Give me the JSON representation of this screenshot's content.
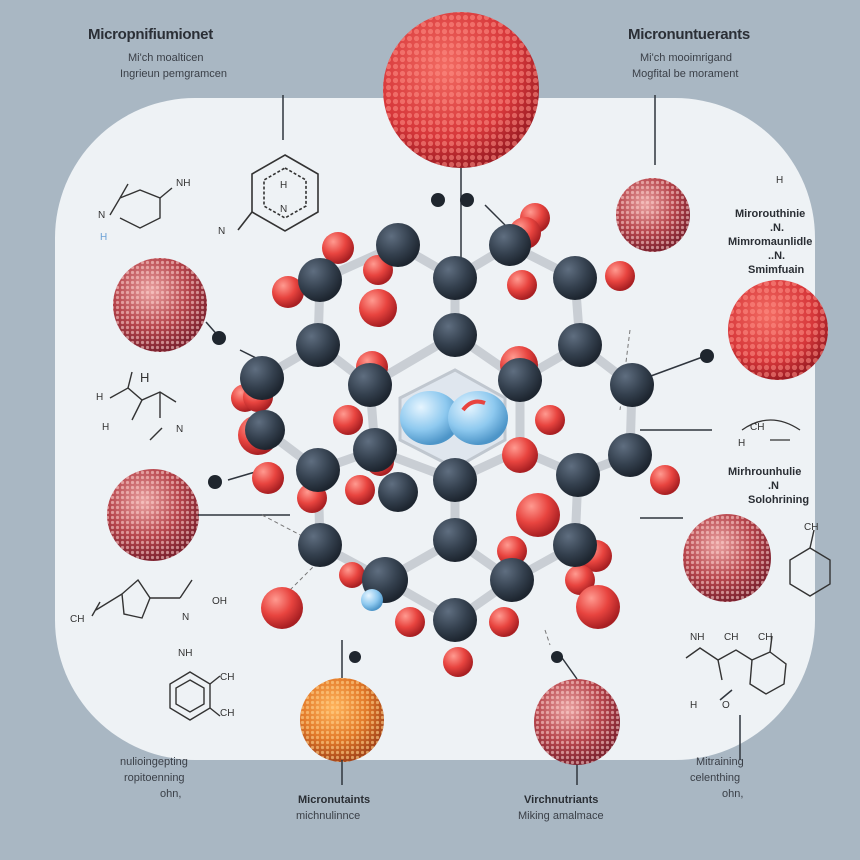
{
  "header_left": {
    "title": "Micropnifiumionet",
    "sub1": "Mi'ch moalticen",
    "sub2": "Ingrieun pemgramcen"
  },
  "header_right": {
    "title": "Micronuntuerants",
    "sub1": "Mi'ch mooimrigand",
    "sub2": "Mogfital be morament"
  },
  "right_labels": {
    "h": "H",
    "group1": [
      "Mirorouthinie",
      ".N.",
      "Mimromaunlidle",
      "..N.",
      "Smimfuain"
    ],
    "formula": "CH",
    "h3": "H",
    "group2": [
      "Mirhrounhulie",
      ".N",
      "Solohrining"
    ],
    "ch_right": "CH"
  },
  "left_labels": {
    "nh": "NH",
    "n": "N",
    "h_small": "H",
    "hex_h": "H",
    "hex_n": "N",
    "n_left": "N",
    "h_mid": "H",
    "h_left": "H",
    "h_bottom": "H",
    "n_mid": "N",
    "ch_left": "CH",
    "n_lower": "N",
    "oh": "OH",
    "nh3": "NH",
    "ch3": "CH",
    "ch_bottom": "CH"
  },
  "bottom_labels": {
    "left": [
      "nulioingepting",
      "ropitoenning",
      "ohn,"
    ],
    "center_left": [
      "Micronutaints",
      "michnulinnce"
    ],
    "center_right": [
      "Virchnutriants",
      "Miking amalmace"
    ],
    "right": [
      "Mitraining",
      "celenthing",
      "ohn,"
    ],
    "right_mid": [
      "NH",
      "CH",
      "CH",
      "H",
      "O"
    ]
  },
  "colors": {
    "red": "#e8443f",
    "dark": "#34404e",
    "blue": "#8ec9ef",
    "orange": "#e27a2a",
    "maroon": "#a8383f",
    "panel": "#eef2f5"
  }
}
